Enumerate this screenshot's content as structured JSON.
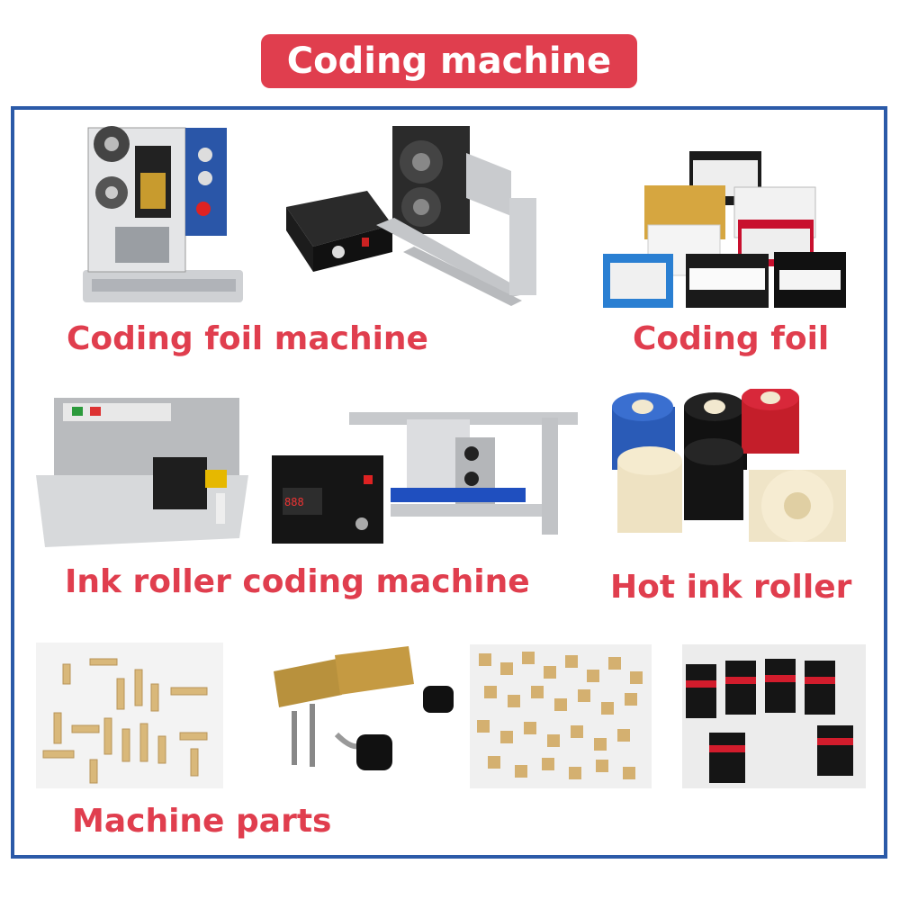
{
  "header": {
    "title": "Coding machine"
  },
  "sections": {
    "coding_foil_machine": {
      "label": "Coding foil machine"
    },
    "coding_foil": {
      "label": "Coding foil"
    },
    "ink_roller_coding_machine": {
      "label": "Ink roller coding machine"
    },
    "hot_ink_roller": {
      "label": "Hot ink roller"
    },
    "machine_parts": {
      "label": "Machine parts"
    }
  },
  "colors": {
    "accent": "#e03e4e",
    "frame": "#2b5aa8"
  },
  "images": [
    "foil-coding-printer-photo",
    "foil-coding-machine-with-controller-photo",
    "coding-foil-rolls-photo",
    "ink-roller-coding-machine-photo",
    "ink-roller-coder-with-controller-photo",
    "hot-ink-rollers-photo",
    "brass-type-characters-photo",
    "type-holder-assembly-photo",
    "brass-number-type-pile-photo",
    "black-ink-roller-wheels-photo"
  ]
}
